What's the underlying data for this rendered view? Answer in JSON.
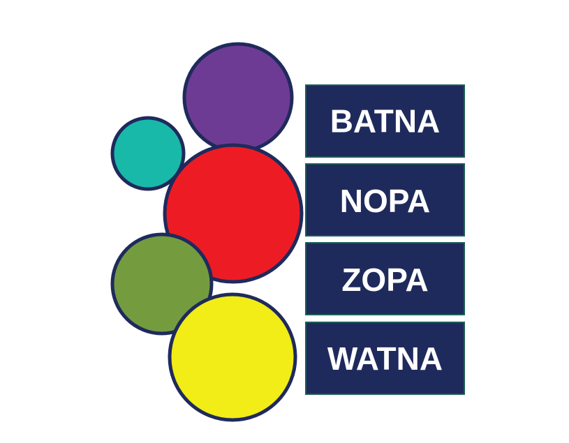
{
  "bubbles": [
    {
      "id": "purple",
      "color": "#6e3b94"
    },
    {
      "id": "teal",
      "color": "#19b9aa"
    },
    {
      "id": "red",
      "color": "#ed1c24"
    },
    {
      "id": "green",
      "color": "#749c3f"
    },
    {
      "id": "yellow",
      "color": "#f2ec17"
    }
  ],
  "outline_color": "#1f2a5c",
  "label_box": {
    "fill": "#1f2a5c",
    "border": "#1d5e58",
    "text_color": "#ffffff"
  },
  "labels": [
    "BATNA",
    "NOPA",
    "ZOPA",
    "WATNA"
  ]
}
